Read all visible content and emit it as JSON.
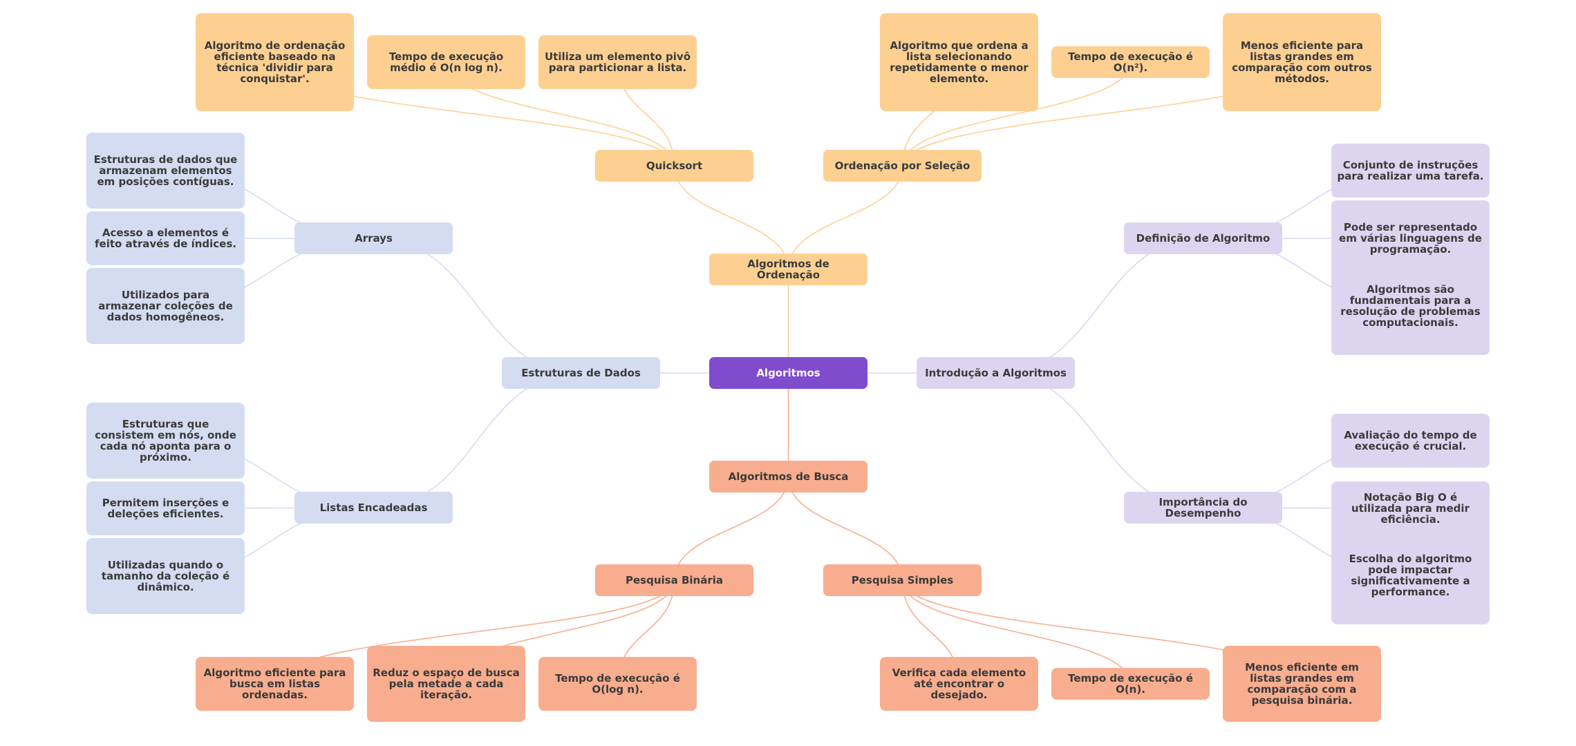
{
  "root": "Algoritmos",
  "colors": {
    "root": "#7e4ccc",
    "ordenacao": "#fdd092",
    "estruturas": "#d4dcf1",
    "introducao": "#ddd5f0",
    "busca": "#f8ad8e"
  },
  "ordenacao": {
    "title": "Algoritmos de Ordenação",
    "quicksort": {
      "title": "Quicksort",
      "leaves": [
        "Algoritmo de ordenação eficiente baseado na técnica 'dividir para conquistar'.",
        "Tempo de execução médio é O(n log n).",
        "Utiliza um elemento pivô para particionar a lista."
      ]
    },
    "selecao": {
      "title": "Ordenação por Seleção",
      "leaves": [
        "Algoritmo que ordena a lista selecionando repetidamente o menor elemento.",
        "Tempo de execução é O(n²).",
        "Menos eficiente para listas grandes em comparação com outros métodos."
      ]
    }
  },
  "estruturas": {
    "title": "Estruturas de Dados",
    "arrays": {
      "title": "Arrays",
      "leaves": [
        "Estruturas de dados que armazenam elementos em posições contíguas.",
        "Acesso a elementos é feito através de índices.",
        "Utilizados para armazenar coleções de dados homogêneos."
      ]
    },
    "listas": {
      "title": "Listas Encadeadas",
      "leaves": [
        "Estruturas que consistem em nós, onde cada nó aponta para o próximo.",
        "Permitem inserções e deleções eficientes.",
        "Utilizadas quando o tamanho da coleção é dinâmico."
      ]
    }
  },
  "introducao": {
    "title": "Introdução a Algoritmos",
    "definicao": {
      "title": "Definição de Algoritmo",
      "leaves": [
        "Conjunto de instruções para realizar uma tarefa.",
        "Pode ser representado em várias linguagens de programação.",
        "Algoritmos são fundamentais para a resolução de problemas computacionais."
      ]
    },
    "desempenho": {
      "title": "Importância do Desempenho",
      "leaves": [
        "Avaliação do tempo de execução é crucial.",
        "Notação Big O é utilizada para medir eficiência.",
        "Escolha do algoritmo pode impactar significativamente a performance."
      ]
    }
  },
  "busca": {
    "title": "Algoritmos de Busca",
    "binaria": {
      "title": "Pesquisa Binária",
      "leaves": [
        "Algoritmo eficiente para busca em listas ordenadas.",
        "Reduz o espaço de busca pela metade a cada iteração.",
        "Tempo de execução é O(log n)."
      ]
    },
    "simples": {
      "title": "Pesquisa Simples",
      "leaves": [
        "Verifica cada elemento até encontrar o desejado.",
        "Tempo de execução é O(n).",
        "Menos eficiente em listas grandes em comparação com a pesquisa binária."
      ]
    }
  }
}
